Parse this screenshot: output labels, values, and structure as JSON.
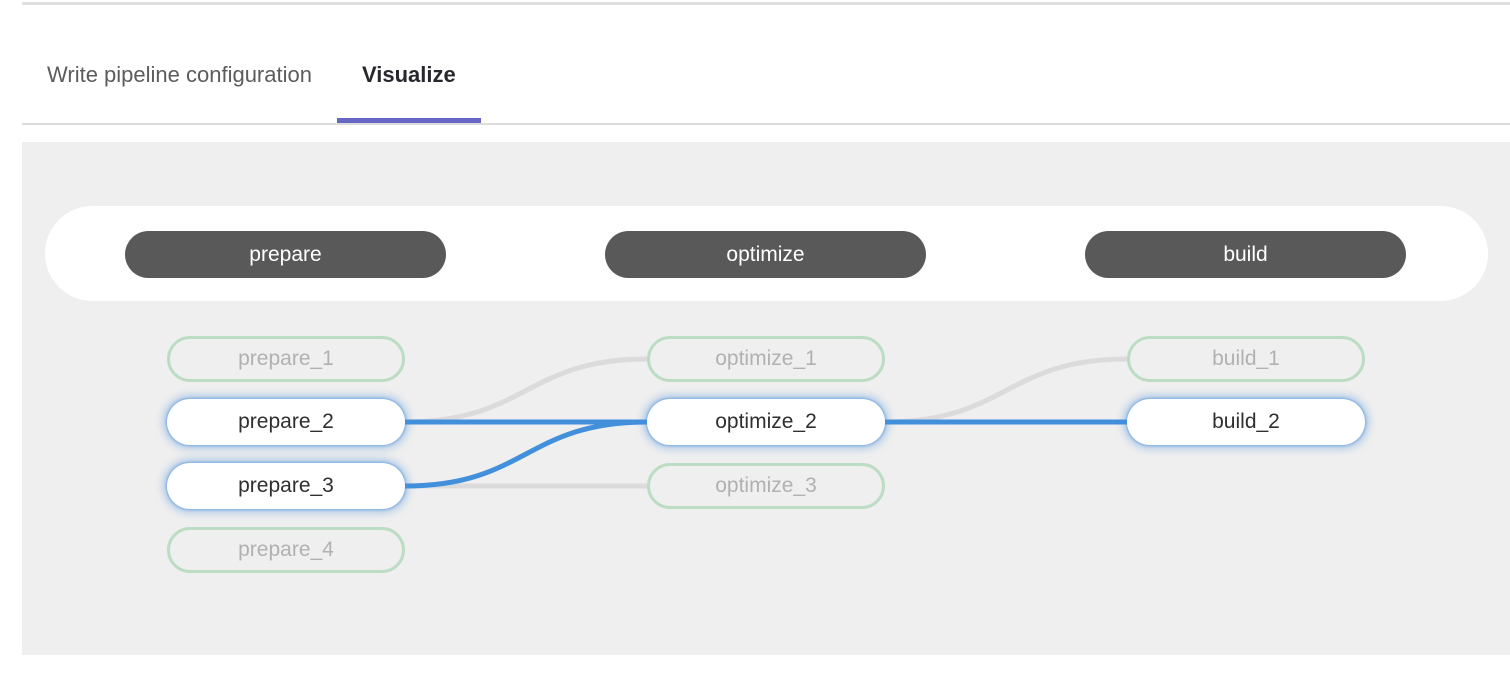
{
  "tabs": [
    {
      "label": "Write pipeline configuration",
      "active": false
    },
    {
      "label": "Visualize",
      "active": true
    }
  ],
  "pipeline": {
    "stages": [
      {
        "name": "prepare",
        "jobs": [
          {
            "name": "prepare_1",
            "state": "dimmed"
          },
          {
            "name": "prepare_2",
            "state": "highlighted"
          },
          {
            "name": "prepare_3",
            "state": "highlighted"
          },
          {
            "name": "prepare_4",
            "state": "dimmed"
          }
        ]
      },
      {
        "name": "optimize",
        "jobs": [
          {
            "name": "optimize_1",
            "state": "dimmed"
          },
          {
            "name": "optimize_2",
            "state": "highlighted"
          },
          {
            "name": "optimize_3",
            "state": "dimmed"
          }
        ]
      },
      {
        "name": "build",
        "jobs": [
          {
            "name": "build_1",
            "state": "dimmed"
          },
          {
            "name": "build_2",
            "state": "highlighted"
          }
        ]
      }
    ],
    "links": [
      {
        "from": "prepare_2",
        "to": "optimize_1",
        "state": "dimmed"
      },
      {
        "from": "prepare_3",
        "to": "optimize_3",
        "state": "dimmed"
      },
      {
        "from": "optimize_2",
        "to": "build_1",
        "state": "dimmed"
      },
      {
        "from": "prepare_2",
        "to": "optimize_2",
        "state": "highlighted"
      },
      {
        "from": "prepare_3",
        "to": "optimize_2",
        "state": "highlighted"
      },
      {
        "from": "optimize_2",
        "to": "build_2",
        "state": "highlighted"
      }
    ]
  },
  "colors": {
    "accent_underline": "#6666c4",
    "highlight_link": "#428fdc",
    "dimmed_link": "#dbdbdb",
    "stage_pill_bg": "#595959",
    "stage_pill_text": "#ffffff",
    "dimmed_node_border": "#bcdcc4",
    "canvas_bg": "#efefef"
  }
}
